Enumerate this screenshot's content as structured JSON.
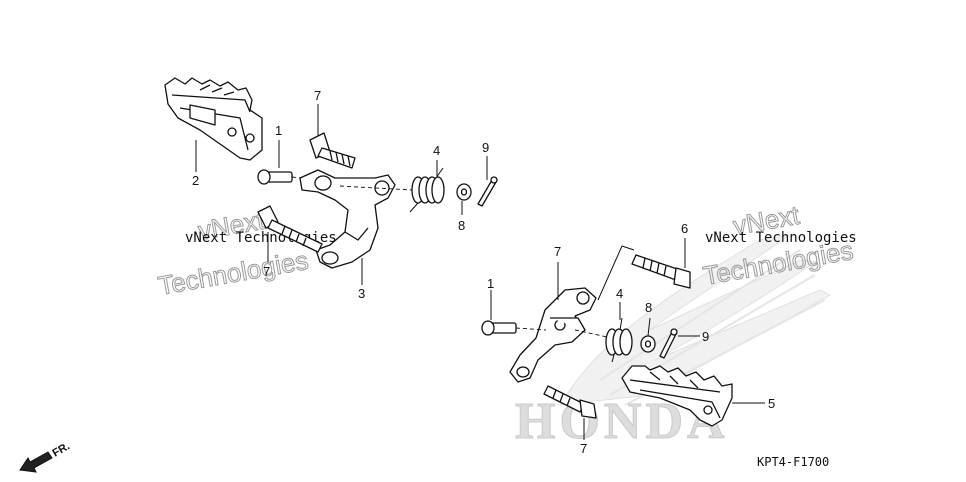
{
  "diagram": {
    "drawing_code": "KPT4-F1700",
    "front_label": "FR.",
    "watermarks": [
      {
        "id": "wm1",
        "text": "vNext Technologies"
      },
      {
        "id": "wm2",
        "text": "vNext"
      },
      {
        "id": "wm3",
        "text": "Technologies"
      },
      {
        "id": "wm4",
        "text": "vNext Technologies"
      },
      {
        "id": "wm5",
        "text": "vNext"
      },
      {
        "id": "wm6",
        "text": "Technologies"
      }
    ],
    "brand_watermark": "HONDA",
    "callouts": [
      {
        "id": "c1a",
        "label": "1"
      },
      {
        "id": "c2",
        "label": "2"
      },
      {
        "id": "c3",
        "label": "3"
      },
      {
        "id": "c4a",
        "label": "4"
      },
      {
        "id": "c7a",
        "label": "7"
      },
      {
        "id": "c7b",
        "label": "7"
      },
      {
        "id": "c8a",
        "label": "8"
      },
      {
        "id": "c9a",
        "label": "9"
      },
      {
        "id": "c6",
        "label": "6"
      },
      {
        "id": "c7c",
        "label": "7"
      },
      {
        "id": "c1b",
        "label": "1"
      },
      {
        "id": "c4b",
        "label": "4"
      },
      {
        "id": "c8b",
        "label": "8"
      },
      {
        "id": "c9b",
        "label": "9"
      },
      {
        "id": "c5",
        "label": "5"
      },
      {
        "id": "c7d",
        "label": "7"
      }
    ]
  }
}
